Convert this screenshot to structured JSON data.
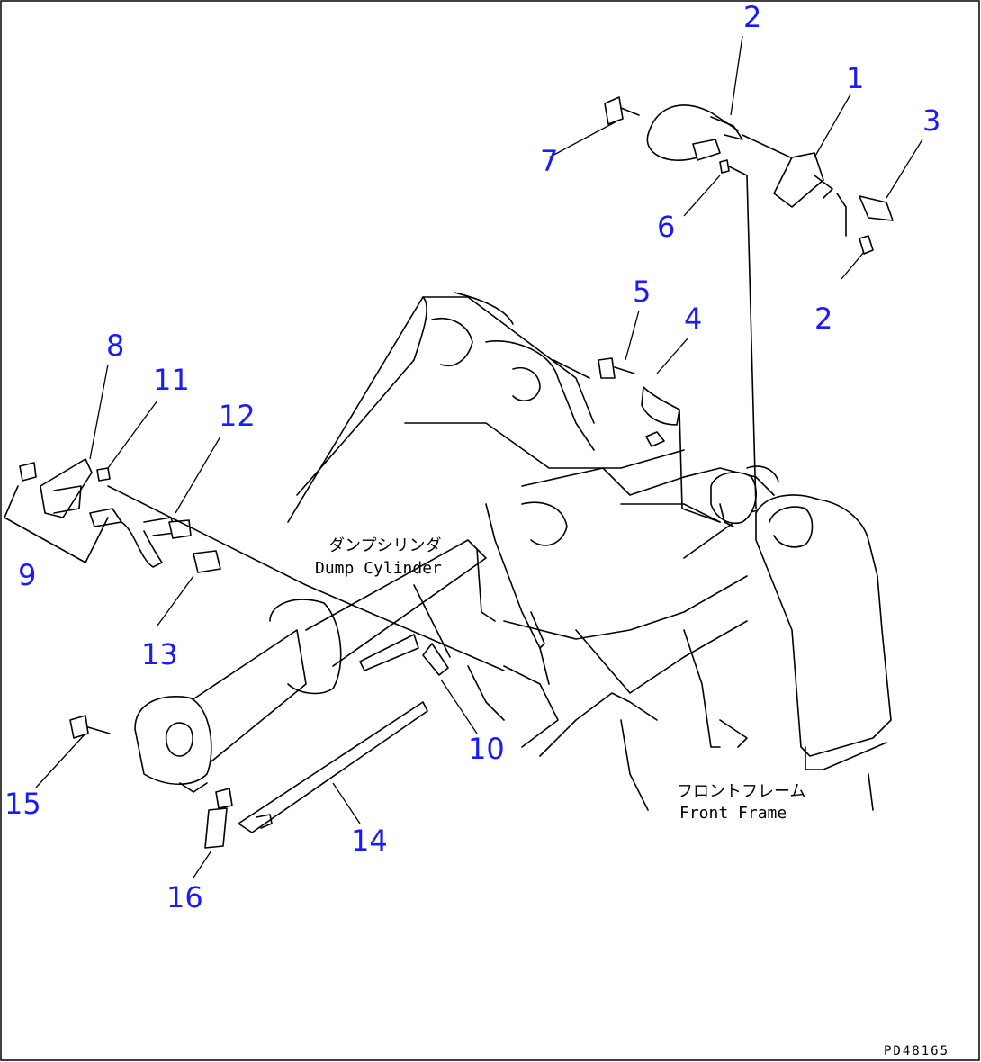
{
  "callouts": [
    {
      "id": "c1",
      "text": "1"
    },
    {
      "id": "c2a",
      "text": "2"
    },
    {
      "id": "c2b",
      "text": "2"
    },
    {
      "id": "c3",
      "text": "3"
    },
    {
      "id": "c4",
      "text": "4"
    },
    {
      "id": "c5",
      "text": "5"
    },
    {
      "id": "c6",
      "text": "6"
    },
    {
      "id": "c7",
      "text": "7"
    },
    {
      "id": "c8",
      "text": "8"
    },
    {
      "id": "c9",
      "text": "9"
    },
    {
      "id": "c10",
      "text": "10"
    },
    {
      "id": "c11",
      "text": "11"
    },
    {
      "id": "c12",
      "text": "12"
    },
    {
      "id": "c13",
      "text": "13"
    },
    {
      "id": "c14",
      "text": "14"
    },
    {
      "id": "c15",
      "text": "15"
    },
    {
      "id": "c16",
      "text": "16"
    }
  ],
  "labels": {
    "dump_cylinder_jp": "ダンプシリンダ",
    "dump_cylinder_en": "Dump Cylinder",
    "front_frame_jp": "フロントフレーム",
    "front_frame_en": "Front Frame"
  },
  "drawing_code": "PD48165"
}
